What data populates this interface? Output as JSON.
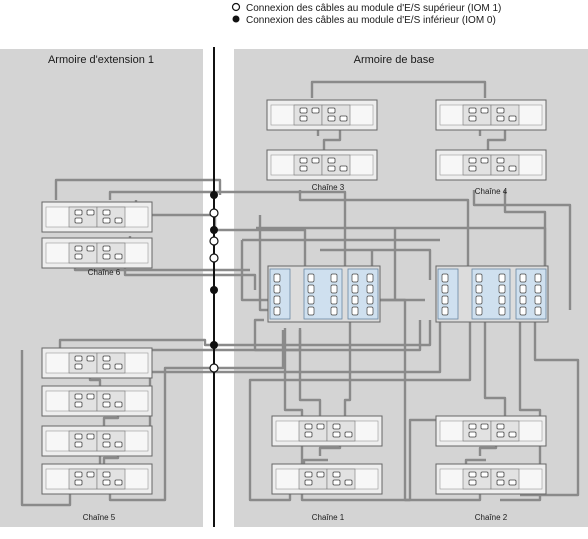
{
  "legend": {
    "items": [
      {
        "marker": "open",
        "text": "Connexion des câbles au module d'E/S supérieur (IOM 1)"
      },
      {
        "marker": "filled",
        "text": "Connexion des câbles au module d'E/S inférieur (IOM 0)"
      }
    ]
  },
  "panels": {
    "left_title": "Armoire d'extension 1",
    "right_title": "Armoire de base"
  },
  "chains": {
    "chain1": "Chaîne 1",
    "chain2": "Chaîne 2",
    "chain3": "Chaîne 3",
    "chain4": "Chaîne 4",
    "chain5": "Chaîne 5",
    "chain6": "Chaîne 6"
  },
  "colors": {
    "panel_bg": "#d4d4d4",
    "tray_fill": "#eeeeee",
    "controller_fill": "#cfe0ef",
    "cable": "#8a8a8a",
    "divider": "#111111"
  }
}
